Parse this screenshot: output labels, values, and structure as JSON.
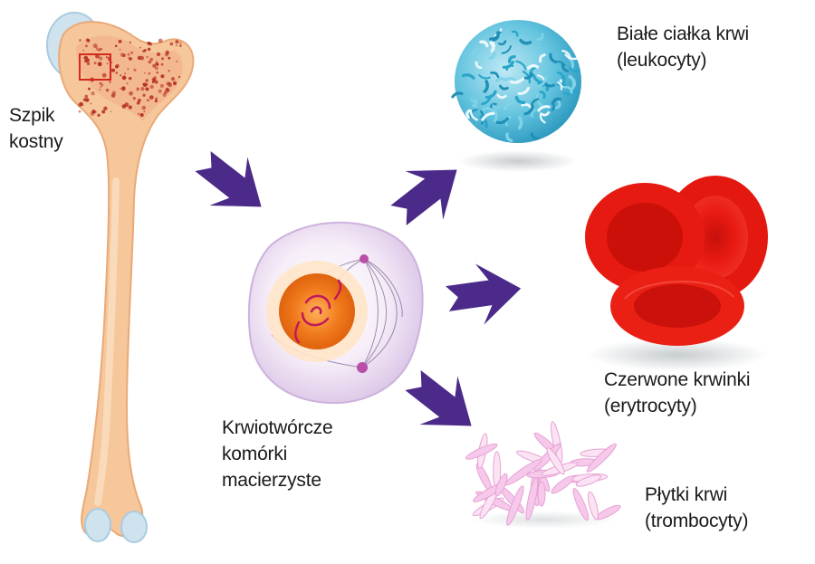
{
  "labels": {
    "bone_marrow": [
      "Szpik",
      "kostny"
    ],
    "stem_cells": [
      "Krwiotwórcze",
      "komórki",
      "macierzyste"
    ],
    "white_cells": [
      "Białe ciałka krwi",
      "(leukocyty)"
    ],
    "red_cells": [
      "Czerwone krwinki",
      "(erytrocyty)"
    ],
    "platelets": [
      "Płytki krwi",
      "(trombocyty)"
    ]
  },
  "colors": {
    "bone": "#f6c79a",
    "bone_outline": "#eaa978",
    "marrow_dots": "#b6311f",
    "arrow": "#4b2a8a",
    "stem_cell_outer": "#efe3f3",
    "stem_cell_nucleus": "#f07a1c",
    "leukocyte": "#3fb2d2",
    "erythrocyte": "#e3180f",
    "platelet": "#f7d0ec"
  }
}
